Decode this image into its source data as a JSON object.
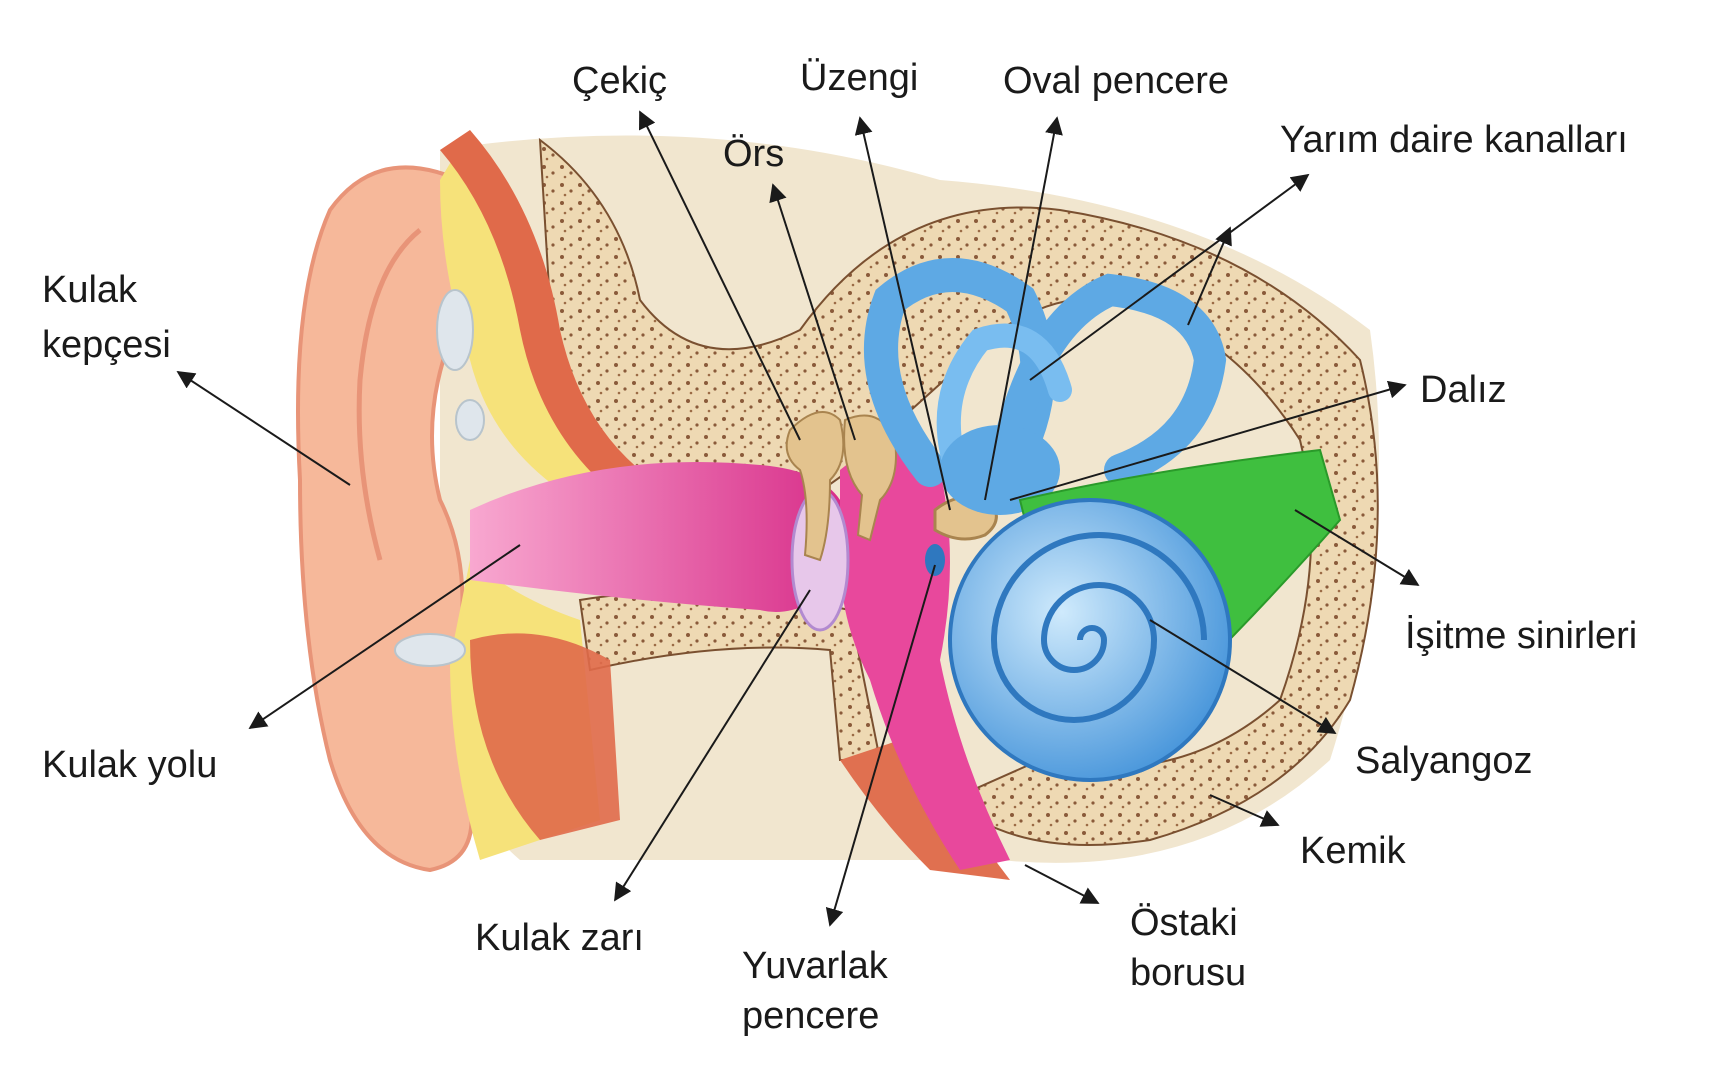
{
  "diagram": {
    "labels": {
      "pinna": [
        "Kulak",
        "kepçesi"
      ],
      "ear_canal": "Kulak yolu",
      "eardrum": "Kulak zarı",
      "malleus": "Çekiç",
      "incus": "Örs",
      "stapes": "Üzengi",
      "oval_window": "Oval pencere",
      "semicircular_canals": "Yarım daire kanalları",
      "vestibule": "Dalız",
      "auditory_nerves": "İşitme sinirleri",
      "cochlea": "Salyangoz",
      "bone": "Kemik",
      "eustachian_tube": [
        "Östaki",
        "borusu"
      ],
      "round_window": [
        "Yuvarlak",
        "pencere"
      ]
    },
    "colors": {
      "skin": "#f6b89a",
      "skin_dark": "#e89478",
      "fat": "#f6e27a",
      "cartilage": "#dfe6ec",
      "muscle": "#e06a4a",
      "canal": "#e8489c",
      "canal_light": "#f8a8d0",
      "bone": "#eed9b3",
      "bone_dots": "#8a5a3a",
      "skull": "#f1e6cf",
      "ossicle": "#e3c38e",
      "inner_ear": "#5ea9e4",
      "inner_ear_light": "#bfe3fa",
      "nerve": "#3fbf3f",
      "arrow": "#1a1a1a"
    }
  }
}
